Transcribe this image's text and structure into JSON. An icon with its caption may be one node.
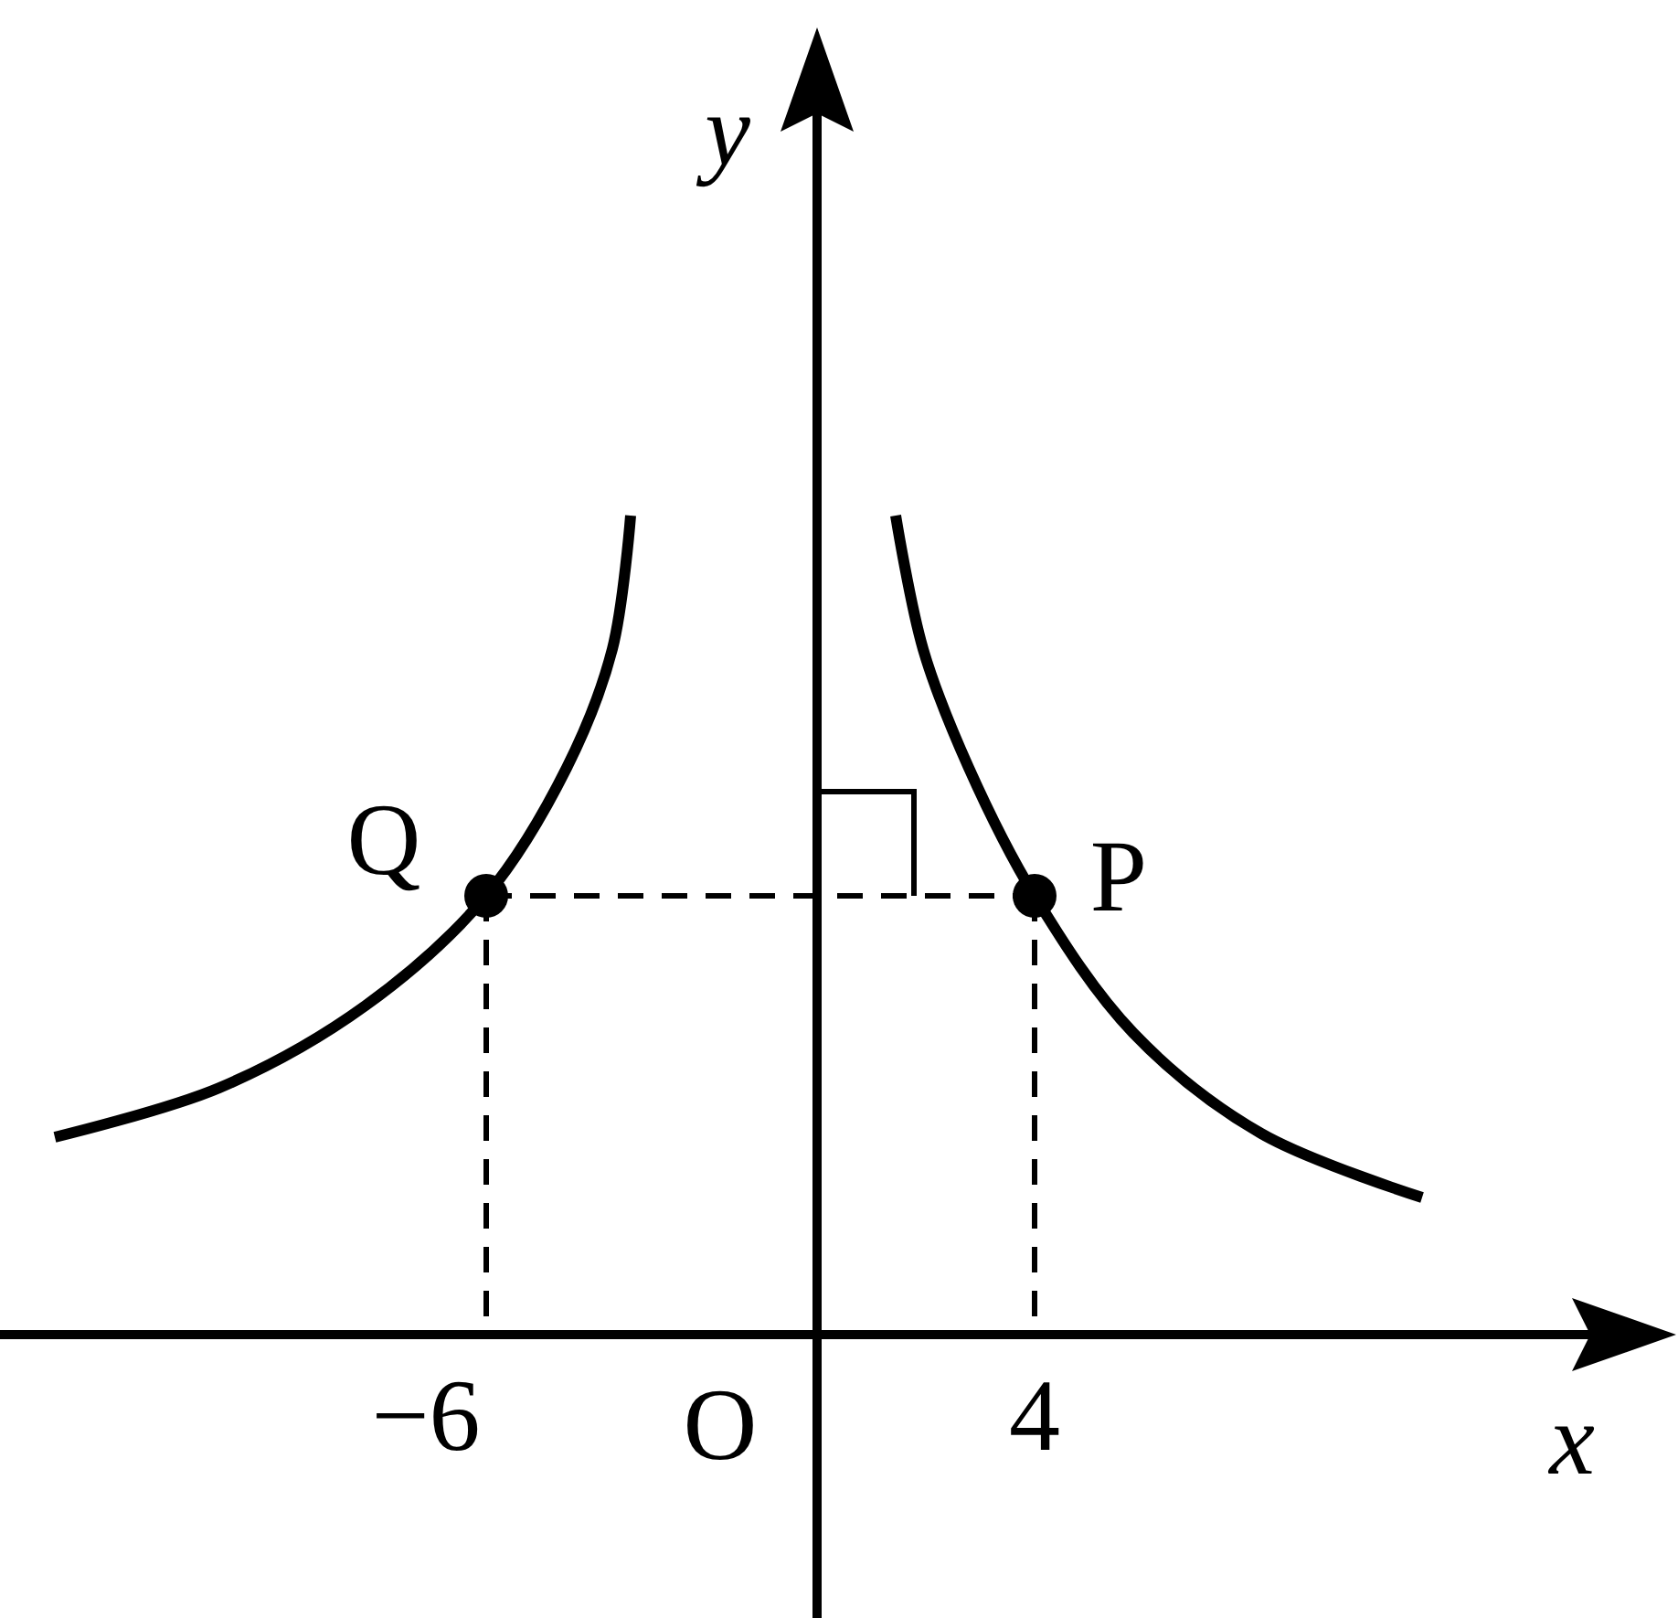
{
  "diagram": {
    "labels": [
      "y",
      "Q",
      "P",
      "−6",
      "O",
      "4",
      "x"
    ]
  }
}
